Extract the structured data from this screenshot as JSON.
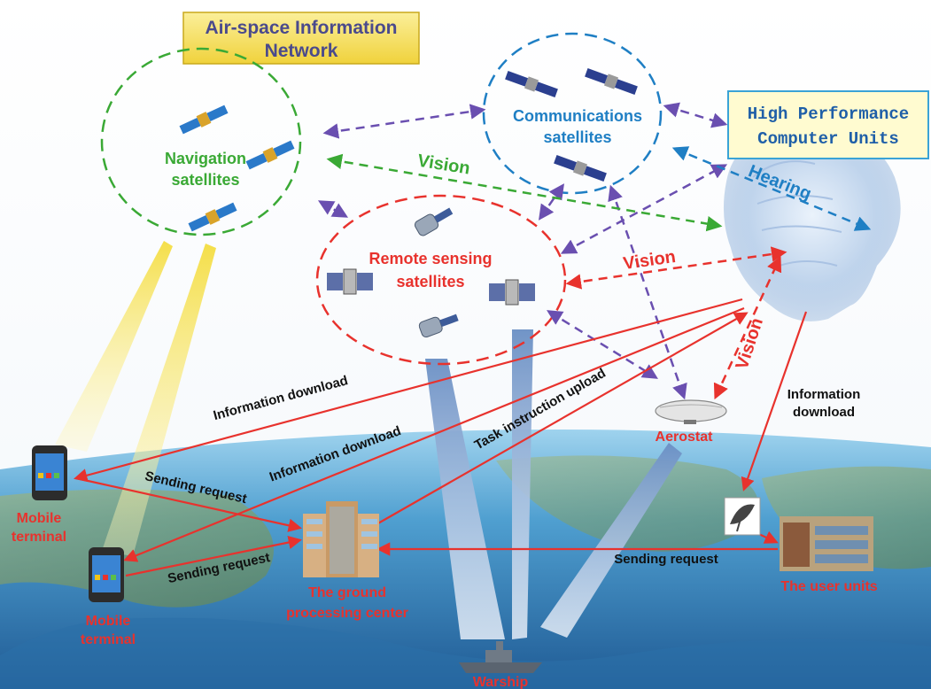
{
  "title": {
    "line1": "Air-space Information",
    "line2": "Network"
  },
  "hpc": {
    "line1": "High Performance",
    "line2": "Computer Units"
  },
  "satellites": {
    "navigation": {
      "line1": "Navigation",
      "line2": "satellites"
    },
    "communications": {
      "line1": "Communications",
      "line2": "satellites"
    },
    "remote": {
      "line1": "Remote sensing",
      "line2": "satellites"
    }
  },
  "senses": {
    "vision_nav": "Vision",
    "hearing": "Hearing",
    "vision_remote": "Vision",
    "vision_aerostat": "Vision"
  },
  "nodes": {
    "mobile1": {
      "line1": "Mobile",
      "line2": "terminal"
    },
    "mobile2": {
      "line1": "Mobile",
      "line2": "terminal"
    },
    "ground": {
      "line1": "The ground",
      "line2": "processing center"
    },
    "user_units": "The user units",
    "aerostat": "Aerostat",
    "warship": "Warship"
  },
  "links": {
    "info_download_1": "Information download",
    "info_download_2": "Information download",
    "info_download_3a": "Information",
    "info_download_3b": "download",
    "task_upload": "Task instruction upload",
    "sending_request_1": "Sending request",
    "sending_request_2": "Sending request",
    "sending_request_3": "Sending request"
  },
  "colors": {
    "red": "#e8322d",
    "green": "#3aa935",
    "blue": "#1f7fc4",
    "purple": "#6a4fb0",
    "title_bg": "#f7e36a"
  }
}
